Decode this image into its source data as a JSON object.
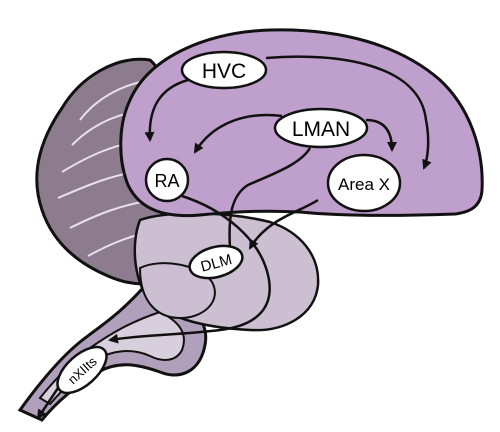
{
  "nodes": {
    "hvc": "HVC",
    "lman": "LMAN",
    "ra": "RA",
    "area_x": "Area X",
    "dlm": "DLM",
    "nxiits": "nXIIts"
  },
  "colors": {
    "telencephalon": "#bf9fcc",
    "cerebellum": "#8d7b8e",
    "thalamus": "#ccbfd2",
    "brainstem": "#b1a0bc",
    "brainstem_light": "#d7cfdc",
    "outline": "#111111",
    "node_fill": "#ffffff"
  }
}
